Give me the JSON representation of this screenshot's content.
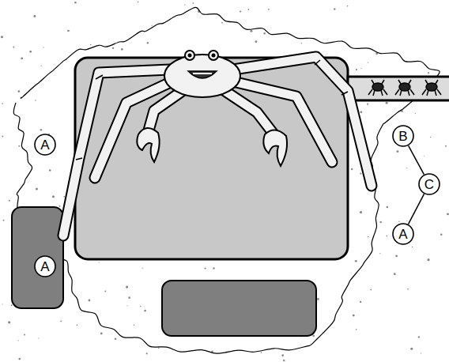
{
  "diagram": {
    "nodes": [
      {
        "text": [
          "A"
        ]
      },
      {
        "text": [
          "B"
        ]
      },
      {
        "text": [
          "C"
        ]
      },
      {
        "text": [
          "A"
        ]
      },
      {
        "text": [
          "A"
        ]
      }
    ],
    "edges": [
      {
        "from": 1,
        "to": 2,
        "arrow": "none"
      },
      {
        "from": 2,
        "to": 3,
        "arrow": "none"
      }
    ]
  }
}
